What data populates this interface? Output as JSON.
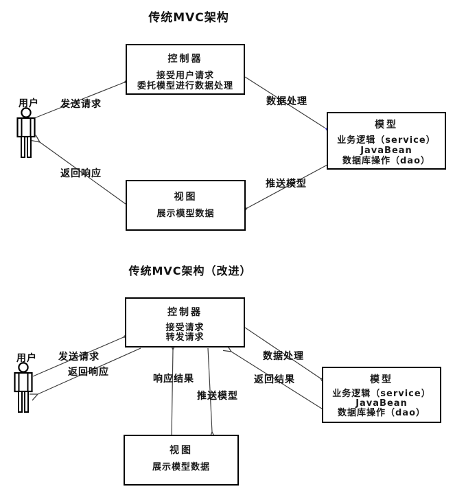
{
  "colors": {
    "background": "#ffffff",
    "line": "#3c3c3c",
    "box_border": "#000000",
    "text": "#111111",
    "accent_arrowhead": "#4a4ac8"
  },
  "diagrams": [
    {
      "title": "传统MVC架构",
      "actor": {
        "label": "用户"
      },
      "boxes": {
        "controller": {
          "title": "控制器",
          "lines": [
            "接受用户请求",
            "委托模型进行数据处理"
          ]
        },
        "model": {
          "title": "模型",
          "lines": [
            "业务逻辑（service）",
            "JavaBean",
            "数据库操作（dao）"
          ]
        },
        "view": {
          "title": "视图",
          "lines": [
            "展示模型数据"
          ]
        }
      },
      "edges": {
        "send_request": "发送请求",
        "data_processing": "数据处理",
        "return_response": "返回响应",
        "push_model": "推送模型"
      }
    },
    {
      "title": "传统MVC架构（改进）",
      "actor": {
        "label": "用户"
      },
      "boxes": {
        "controller": {
          "title": "控制器",
          "lines": [
            "接受请求",
            "转发请求"
          ]
        },
        "model": {
          "title": "模型",
          "lines": [
            "业务逻辑（service）",
            "JavaBean",
            "数据库操作（dao）"
          ]
        },
        "view": {
          "title": "视图",
          "lines": [
            "展示模型数据"
          ]
        }
      },
      "edges": {
        "send_request": "发送请求",
        "return_response": "返回响应",
        "response_result": "响应结果",
        "push_model": "推送模型",
        "data_processing": "数据处理",
        "return_result": "返回结果"
      }
    }
  ]
}
